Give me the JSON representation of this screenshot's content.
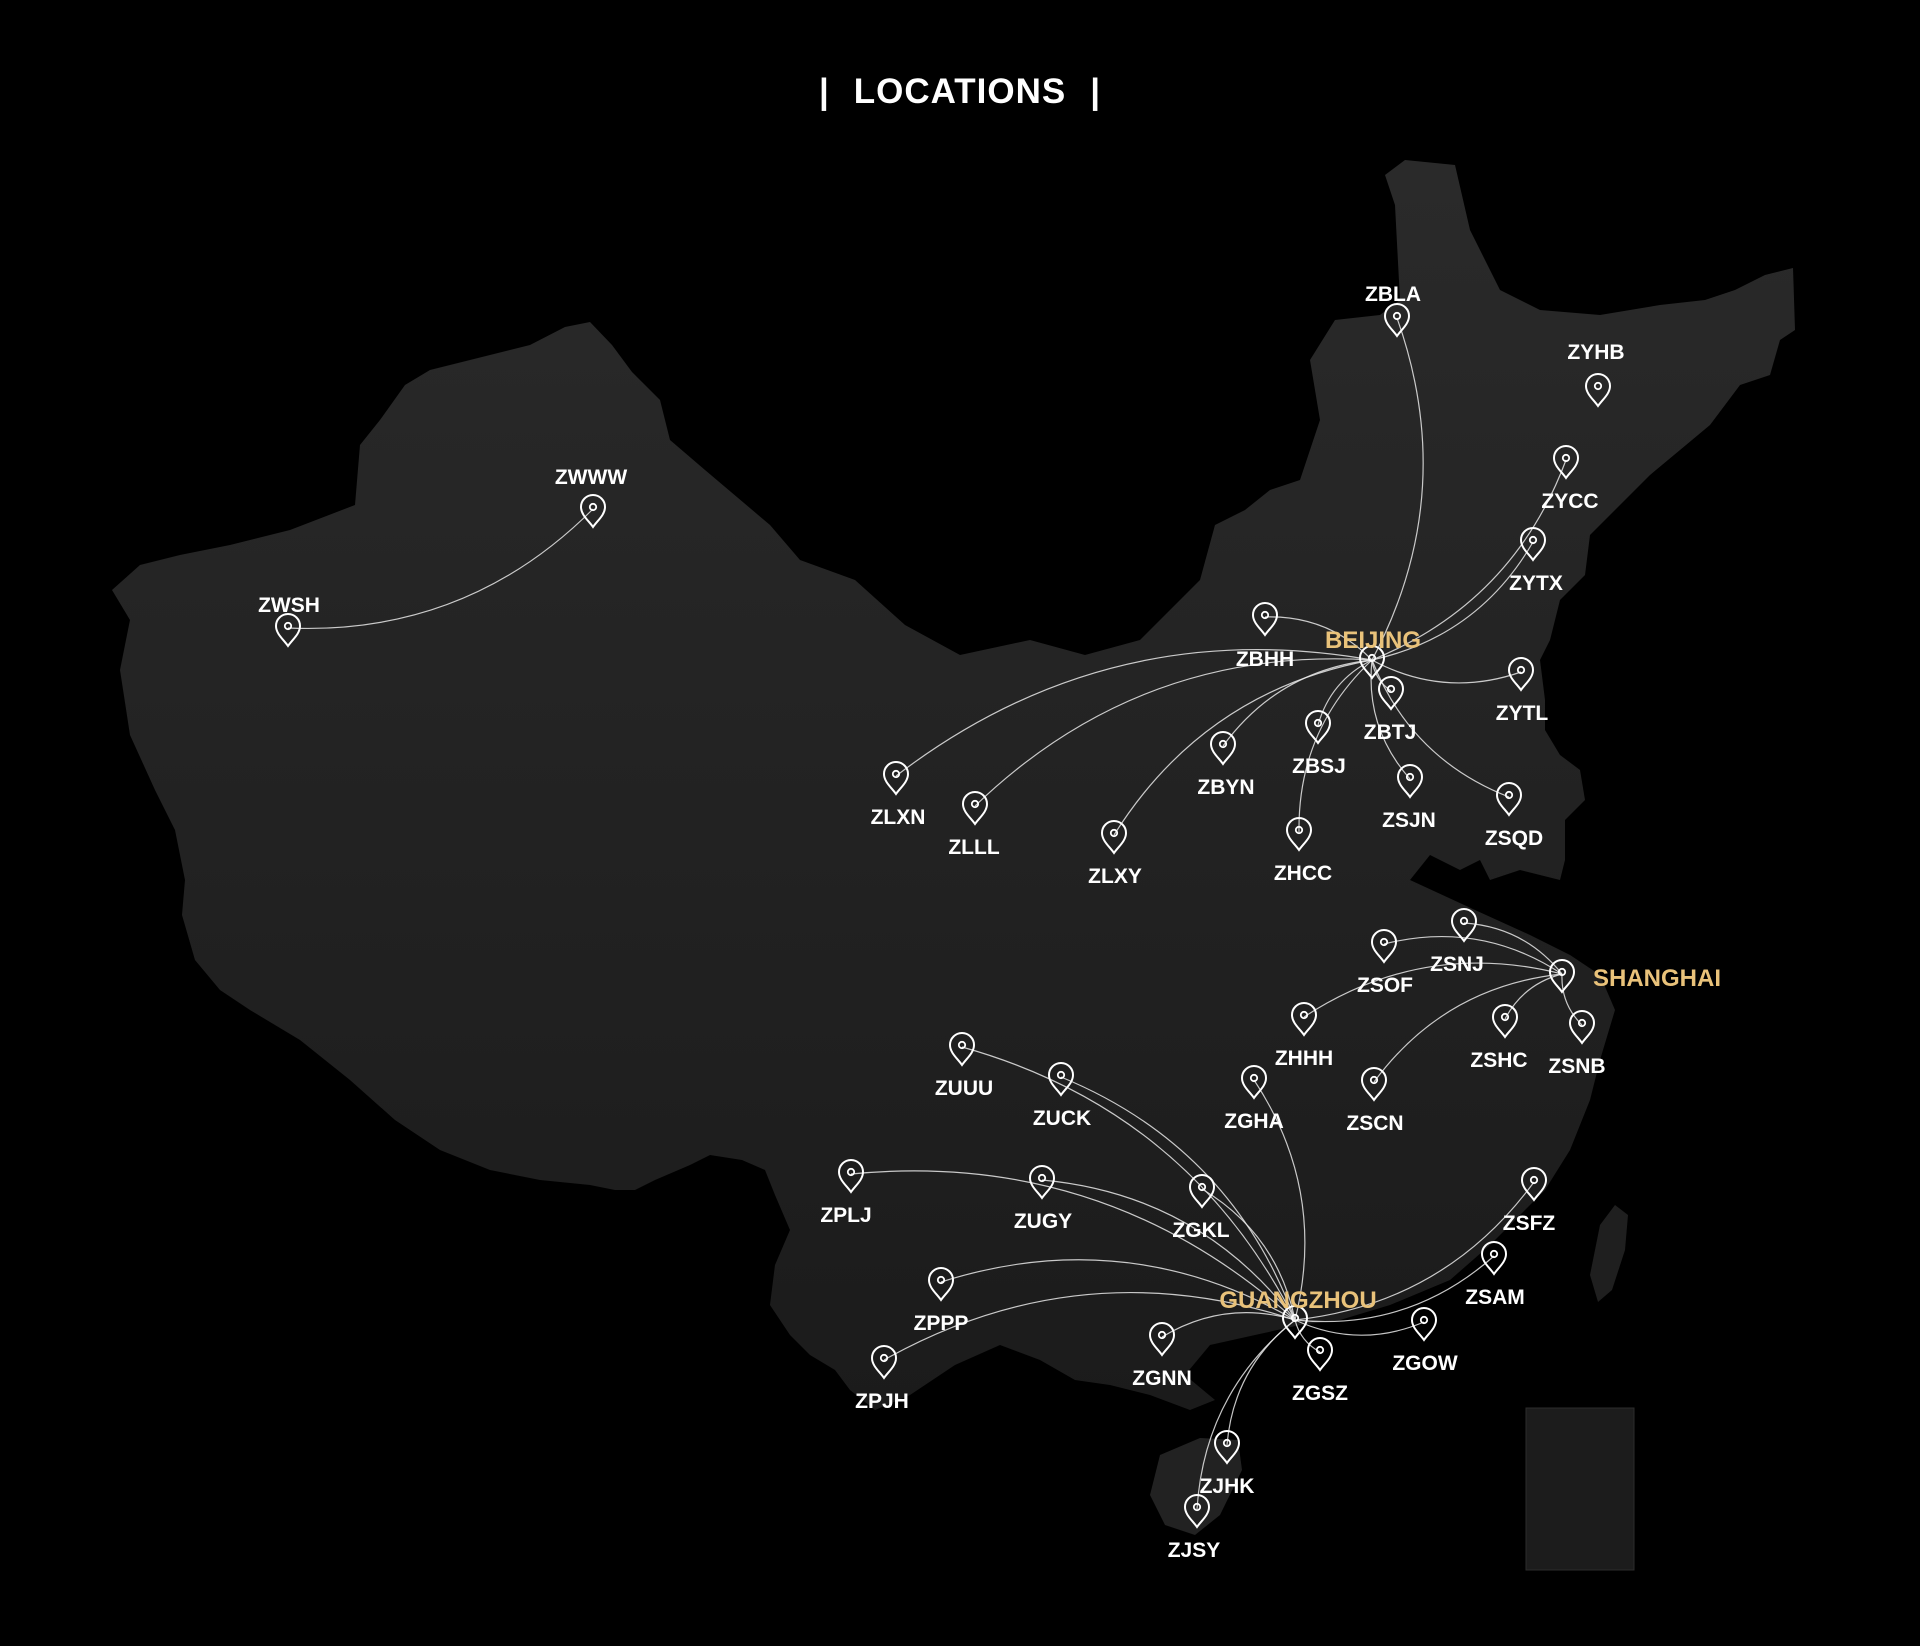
{
  "title": {
    "left": "|",
    "text": "LOCATIONS",
    "right": "|"
  },
  "colors": {
    "background": "#000000",
    "land": "#232323",
    "route": "#e8e8e8",
    "label": "#ffffff",
    "hub_label": "#e9c27a"
  },
  "hubs": [
    {
      "id": "beijing",
      "label": "BEIJING"
    },
    {
      "id": "shanghai",
      "label": "SHANGHAI"
    },
    {
      "id": "guangzhou",
      "label": "GUANGZHOU"
    }
  ],
  "airports": [
    {
      "code": "ZWWW"
    },
    {
      "code": "ZWSH"
    },
    {
      "code": "ZBLA"
    },
    {
      "code": "ZYHB"
    },
    {
      "code": "ZYCC"
    },
    {
      "code": "ZYTX"
    },
    {
      "code": "ZBHH"
    },
    {
      "code": "ZYTL"
    },
    {
      "code": "ZBTJ"
    },
    {
      "code": "ZBSJ"
    },
    {
      "code": "ZBYN"
    },
    {
      "code": "ZLXN"
    },
    {
      "code": "ZLLL"
    },
    {
      "code": "ZLXY"
    },
    {
      "code": "ZHCC"
    },
    {
      "code": "ZSJN"
    },
    {
      "code": "ZSQD"
    },
    {
      "code": "ZSNJ"
    },
    {
      "code": "ZSOF"
    },
    {
      "code": "ZHHH"
    },
    {
      "code": "ZSHC"
    },
    {
      "code": "ZSNB"
    },
    {
      "code": "ZSCN"
    },
    {
      "code": "ZUUU"
    },
    {
      "code": "ZUCK"
    },
    {
      "code": "ZGHA"
    },
    {
      "code": "ZPLJ"
    },
    {
      "code": "ZUGY"
    },
    {
      "code": "ZGKL"
    },
    {
      "code": "ZSFZ"
    },
    {
      "code": "ZSAM"
    },
    {
      "code": "ZPPP"
    },
    {
      "code": "ZPJH"
    },
    {
      "code": "ZGNN"
    },
    {
      "code": "ZGSZ"
    },
    {
      "code": "ZGOW"
    },
    {
      "code": "ZJHK"
    },
    {
      "code": "ZJSY"
    }
  ],
  "routes": [
    {
      "from": "ZWSH",
      "to": "ZWWW"
    },
    {
      "from": "beijing",
      "to": "ZBLA"
    },
    {
      "from": "beijing",
      "to": "ZYCC"
    },
    {
      "from": "beijing",
      "to": "ZYTX"
    },
    {
      "from": "beijing",
      "to": "ZBHH"
    },
    {
      "from": "beijing",
      "to": "ZYTL"
    },
    {
      "from": "beijing",
      "to": "ZBTJ"
    },
    {
      "from": "beijing",
      "to": "ZBSJ"
    },
    {
      "from": "beijing",
      "to": "ZBYN"
    },
    {
      "from": "beijing",
      "to": "ZLXN"
    },
    {
      "from": "beijing",
      "to": "ZLLL"
    },
    {
      "from": "beijing",
      "to": "ZLXY"
    },
    {
      "from": "beijing",
      "to": "ZHCC"
    },
    {
      "from": "beijing",
      "to": "ZSJN"
    },
    {
      "from": "beijing",
      "to": "ZSQD"
    },
    {
      "from": "shanghai",
      "to": "ZSNJ"
    },
    {
      "from": "shanghai",
      "to": "ZSOF"
    },
    {
      "from": "shanghai",
      "to": "ZHHH"
    },
    {
      "from": "shanghai",
      "to": "ZSHC"
    },
    {
      "from": "shanghai",
      "to": "ZSNB"
    },
    {
      "from": "shanghai",
      "to": "ZSCN"
    },
    {
      "from": "guangzhou",
      "to": "ZUUU"
    },
    {
      "from": "guangzhou",
      "to": "ZUCK"
    },
    {
      "from": "guangzhou",
      "to": "ZGHA"
    },
    {
      "from": "guangzhou",
      "to": "ZPLJ"
    },
    {
      "from": "guangzhou",
      "to": "ZUGY"
    },
    {
      "from": "guangzhou",
      "to": "ZGKL"
    },
    {
      "from": "guangzhou",
      "to": "ZSFZ"
    },
    {
      "from": "guangzhou",
      "to": "ZSAM"
    },
    {
      "from": "guangzhou",
      "to": "ZPPP"
    },
    {
      "from": "guangzhou",
      "to": "ZPJH"
    },
    {
      "from": "guangzhou",
      "to": "ZGNN"
    },
    {
      "from": "guangzhou",
      "to": "ZGSZ"
    },
    {
      "from": "guangzhou",
      "to": "ZGOW"
    },
    {
      "from": "guangzhou",
      "to": "ZJHK"
    },
    {
      "from": "guangzhou",
      "to": "ZJSY"
    }
  ]
}
